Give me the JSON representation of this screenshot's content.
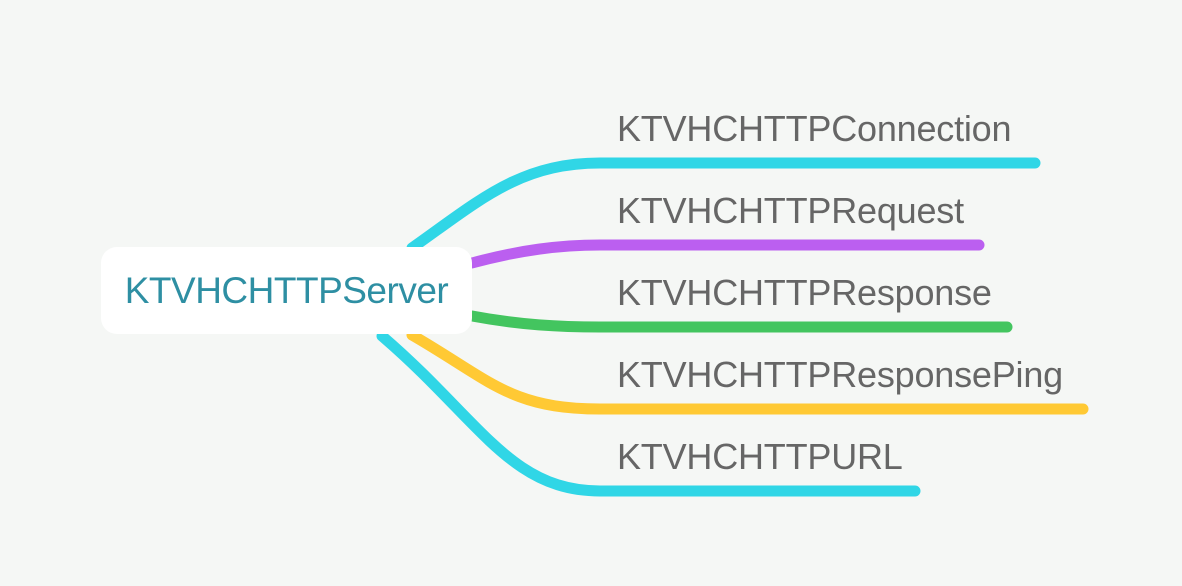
{
  "root": {
    "label": "KTVHCHTTPServer",
    "color": "#2e8fa3"
  },
  "children": [
    {
      "label": "KTVHCHTTPConnection",
      "color": "#30d6e6"
    },
    {
      "label": "KTVHCHTTPRequest",
      "color": "#bb5ff0"
    },
    {
      "label": "KTVHCHTTPResponse",
      "color": "#43c55f"
    },
    {
      "label": "KTVHCHTTPResponsePing",
      "color": "#ffc934"
    },
    {
      "label": "KTVHCHTTPURL",
      "color": "#30d6e6"
    }
  ]
}
